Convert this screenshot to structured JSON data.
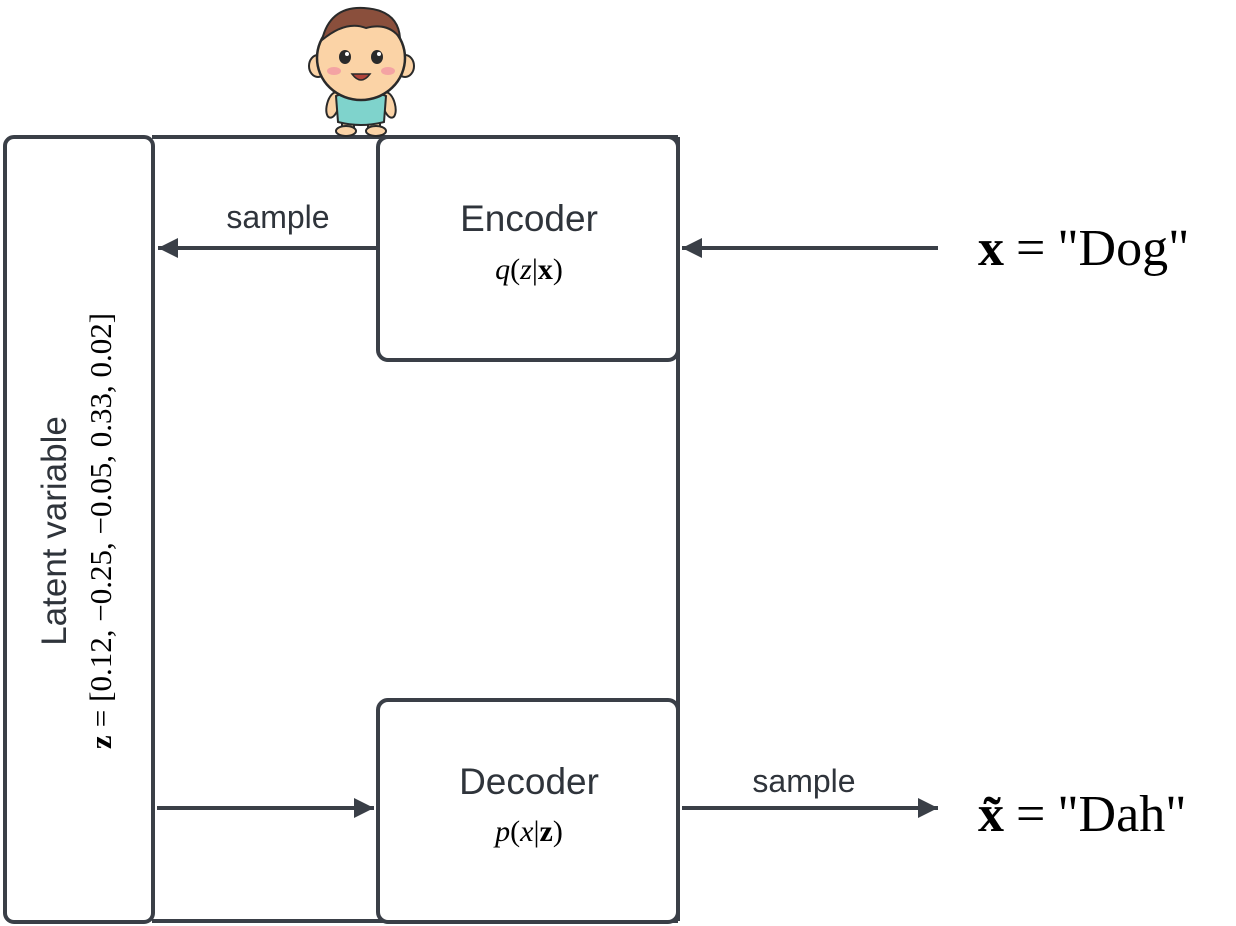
{
  "encoder": {
    "title": "Encoder",
    "formula": {
      "fn": "q",
      "open": "(",
      "var": "z",
      "bar": "|",
      "cond": "x",
      "close": ")"
    }
  },
  "decoder": {
    "title": "Decoder",
    "formula": {
      "fn": "p",
      "open": "(",
      "var": "x",
      "bar": "|",
      "cond": "z",
      "close": ")"
    }
  },
  "latent": {
    "title": "Latent variable",
    "symbol": "z",
    "equals": "=",
    "values": "[0.12, −0.25, −0.05, 0.33, 0.02]"
  },
  "input": {
    "symbol": "x",
    "equals": "=",
    "value": "\"Dog\""
  },
  "output": {
    "symbol": "x̃",
    "equals": "=",
    "value": "\"Dah\""
  },
  "arrows": {
    "encoder_to_latent_label": "sample",
    "decoder_to_output_label": "sample"
  },
  "colors": {
    "stroke": "#3a3f47",
    "text": "#2f343b",
    "math": "#000000",
    "skin": "#fbd3a6",
    "hair": "#8a4f3c",
    "shirt": "#7fd3cc"
  },
  "icons": {
    "mascot": "baby-icon"
  }
}
